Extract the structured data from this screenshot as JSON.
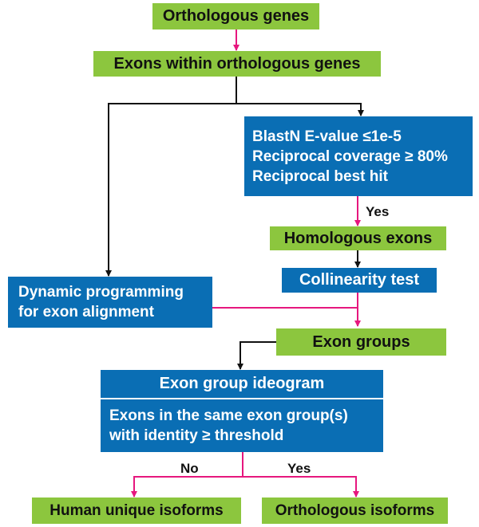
{
  "nodes": {
    "orthologous_genes": "Orthologous genes",
    "exons_within": "Exons within orthologous genes",
    "criteria": [
      "BlastN E-value ≤1e-5",
      "Reciprocal coverage ≥ 80%",
      "Reciprocal best hit"
    ],
    "homologous_exons": "Homologous exons",
    "collinearity_test": "Collinearity test",
    "dynamic_programming": [
      "Dynamic programming",
      "for exon alignment"
    ],
    "exon_groups": "Exon groups",
    "ideogram_title": "Exon group ideogram",
    "ideogram_body": [
      "Exons in the same exon group(s)",
      "with identity ≥ threshold"
    ],
    "human_unique": "Human unique isoforms",
    "orthologous_isoforms": "Orthologous isoforms"
  },
  "edge_labels": {
    "yes_blast": "Yes",
    "no": "No",
    "yes_ideogram": "Yes"
  },
  "colors": {
    "green": "#8cc63e",
    "blue": "#0a6eb4",
    "pink_arrow": "#e6177e",
    "black_arrow": "#111111"
  }
}
